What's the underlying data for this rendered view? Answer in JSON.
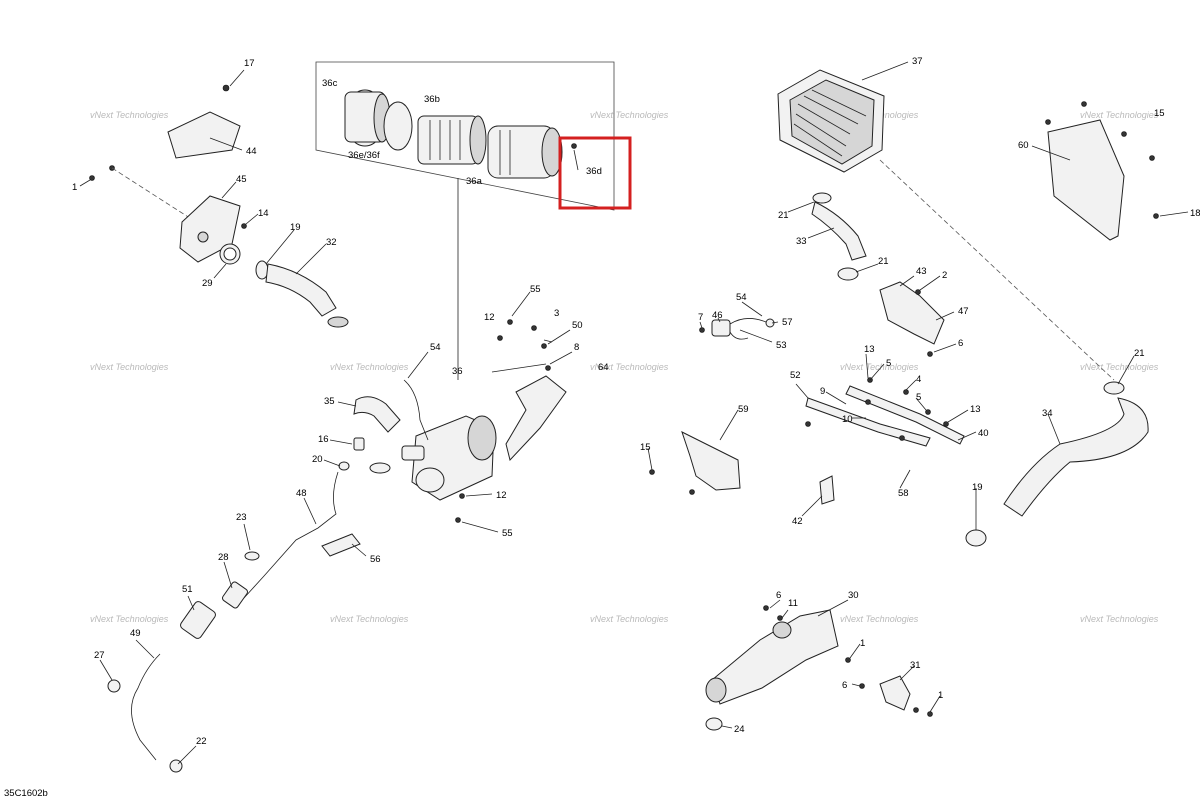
{
  "diagram_code": "35C1602b",
  "watermark": "vNext Technologies",
  "highlight_color": "#d42020",
  "callouts": {
    "c17": "17",
    "c44": "44",
    "c1a": "1",
    "c45": "45",
    "c14": "14",
    "c19a": "19",
    "c32": "32",
    "c29": "29",
    "c36c": "36c",
    "c36b": "36b",
    "c36e": "36e/36f",
    "c36a": "36a",
    "c36d": "36d",
    "c37": "37",
    "c15a": "15",
    "c60": "60",
    "c18": "18",
    "c21a": "21",
    "c33": "33",
    "c21b": "21",
    "c55a": "55",
    "c12a": "12",
    "c3": "3",
    "c50": "50",
    "c8": "8",
    "c64": "64",
    "c54a": "54",
    "c36": "36",
    "c35": "35",
    "c16": "16",
    "c20": "20",
    "c12b": "12",
    "c55b": "55",
    "c56": "56",
    "c48": "48",
    "c23": "23",
    "c28": "28",
    "c51": "51",
    "c49": "49",
    "c27": "27",
    "c22": "22",
    "c54b": "54",
    "c7": "7",
    "c46": "46",
    "c57": "57",
    "c53": "53",
    "c43": "43",
    "c2": "2",
    "c47": "47",
    "c6a": "6",
    "c13a": "13",
    "c5a": "5",
    "c4": "4",
    "c52": "52",
    "c9": "9",
    "c5b": "5",
    "c10": "10",
    "c13b": "13",
    "c40": "40",
    "c58": "58",
    "c42": "42",
    "c59": "59",
    "c15b": "15",
    "c21c": "21",
    "c34": "34",
    "c19b": "19",
    "c6b": "6",
    "c11": "11",
    "c30": "30",
    "c1b": "1",
    "c31": "31",
    "c6c": "6",
    "c1c": "1",
    "c24": "24"
  }
}
